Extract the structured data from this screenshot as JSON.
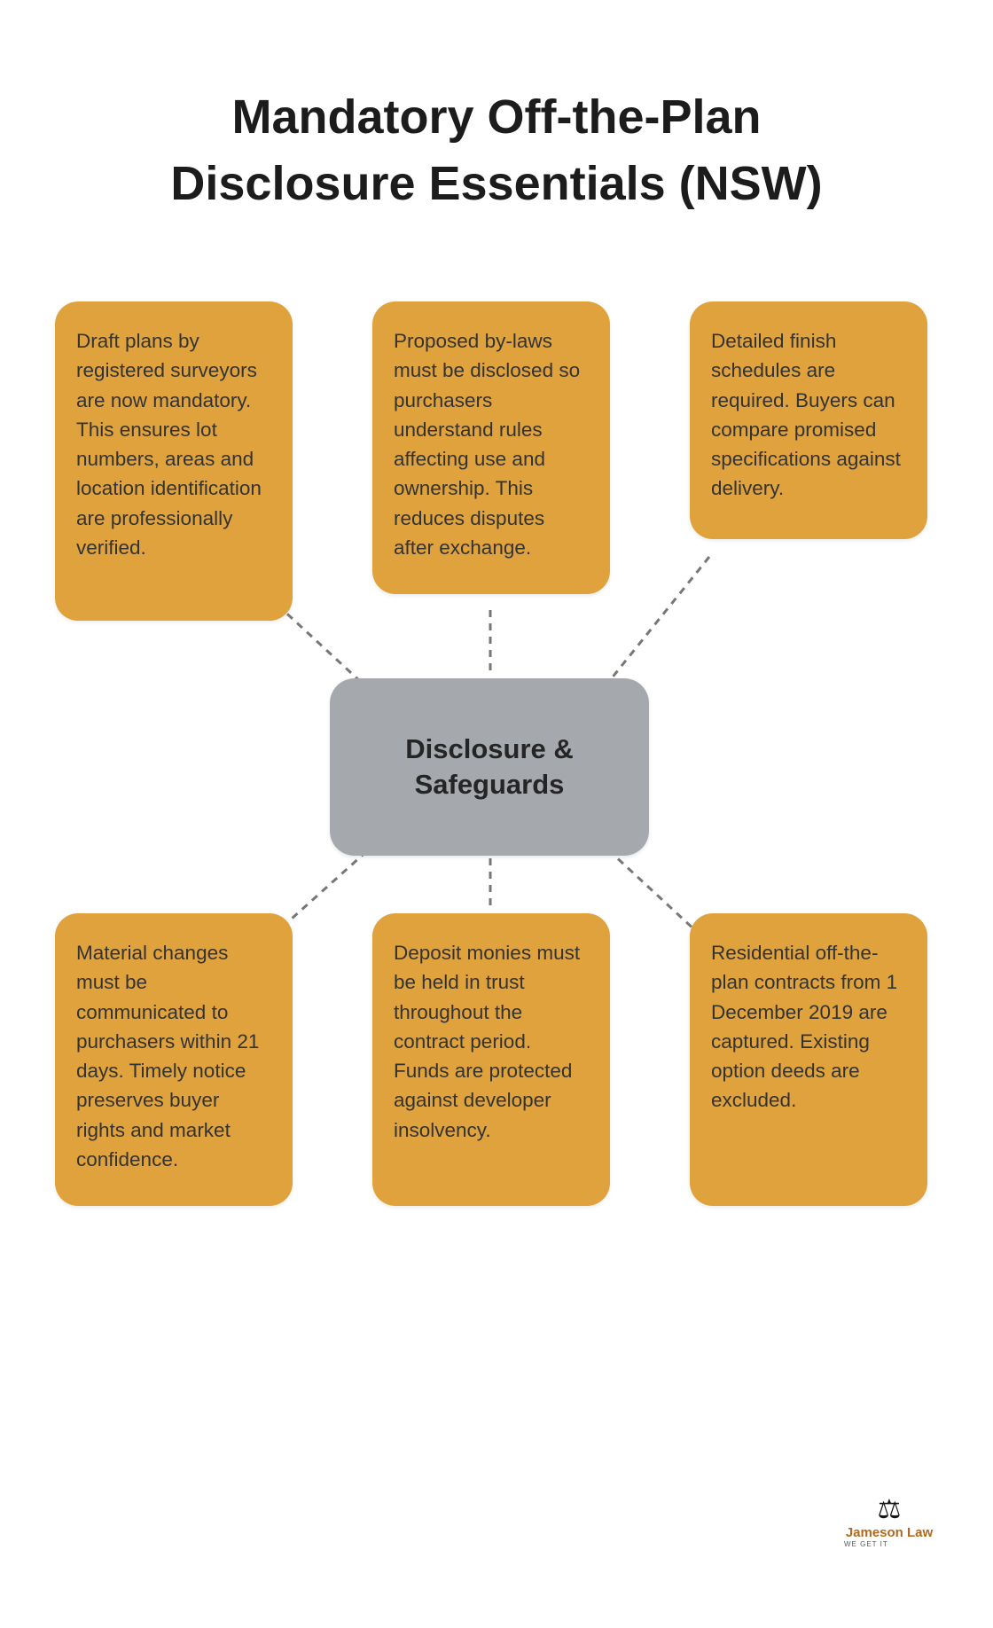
{
  "title": {
    "line1": "Mandatory Off-the-Plan",
    "line2": "Disclosure Essentials (NSW)"
  },
  "center": {
    "label": "Disclosure & Safeguards"
  },
  "boxes": [
    {
      "id": "draft-plans",
      "text": "Draft plans by registered surveyors are now mandatory. This ensures lot numbers, areas and location identification are professionally verified."
    },
    {
      "id": "proposed-by-laws",
      "text": "Proposed by-laws must be disclosed so purchasers understand rules affecting use and ownership. This reduces disputes after exchange."
    },
    {
      "id": "finish-schedules",
      "text": "Detailed finish schedules are required. Buyers can compare promised specifications against delivery."
    },
    {
      "id": "material-changes",
      "text": "Material changes must be communicated to purchasers within 21 days. Timely notice preserves buyer rights and market confidence."
    },
    {
      "id": "deposit-monies",
      "text": "Deposit monies must be held in trust throughout the contract period. Funds are protected against developer insolvency."
    },
    {
      "id": "residential-contracts",
      "text": "Residential off-the-plan contracts from 1 December 2019 are captured. Existing option deeds are excluded."
    }
  ],
  "logo": {
    "icon": "scales-of-justice",
    "brand": "Jameson Law",
    "tagline": "WE GET IT"
  },
  "colors": {
    "box_fill": "#E0A23C",
    "center_fill": "#A5A9AD",
    "text": "#333333",
    "connector": "#777777",
    "brand_orange": "#B06A20"
  }
}
